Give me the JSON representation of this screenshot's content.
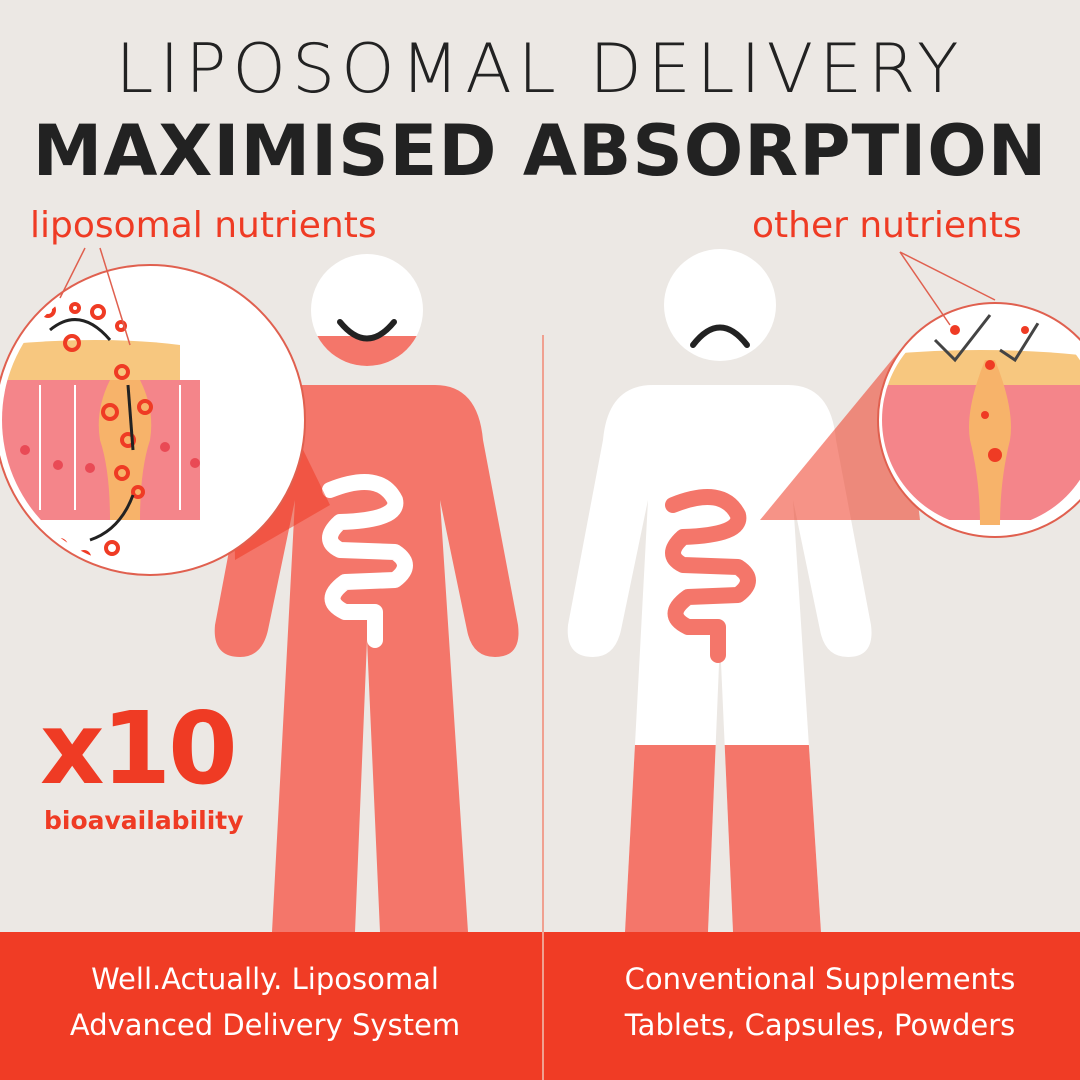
{
  "title": {
    "line1": "LIPOSOMAL DELIVERY",
    "line2": "MAXIMISED ABSORPTION"
  },
  "left": {
    "label": "liposomal nutrients",
    "multiplier": "x10",
    "multiplier_caption": "bioavailability",
    "caption_line1": "Well.Actually. Liposomal",
    "caption_line2": "Advanced Delivery System"
  },
  "right": {
    "label": "other nutrients",
    "caption_line1": "Conventional Supplements",
    "caption_line2": "Tablets, Capsules, Powders"
  },
  "colors": {
    "background": "#ece8e4",
    "coral": "#f4766a",
    "red": "#ef3b24",
    "text": "#222222"
  }
}
